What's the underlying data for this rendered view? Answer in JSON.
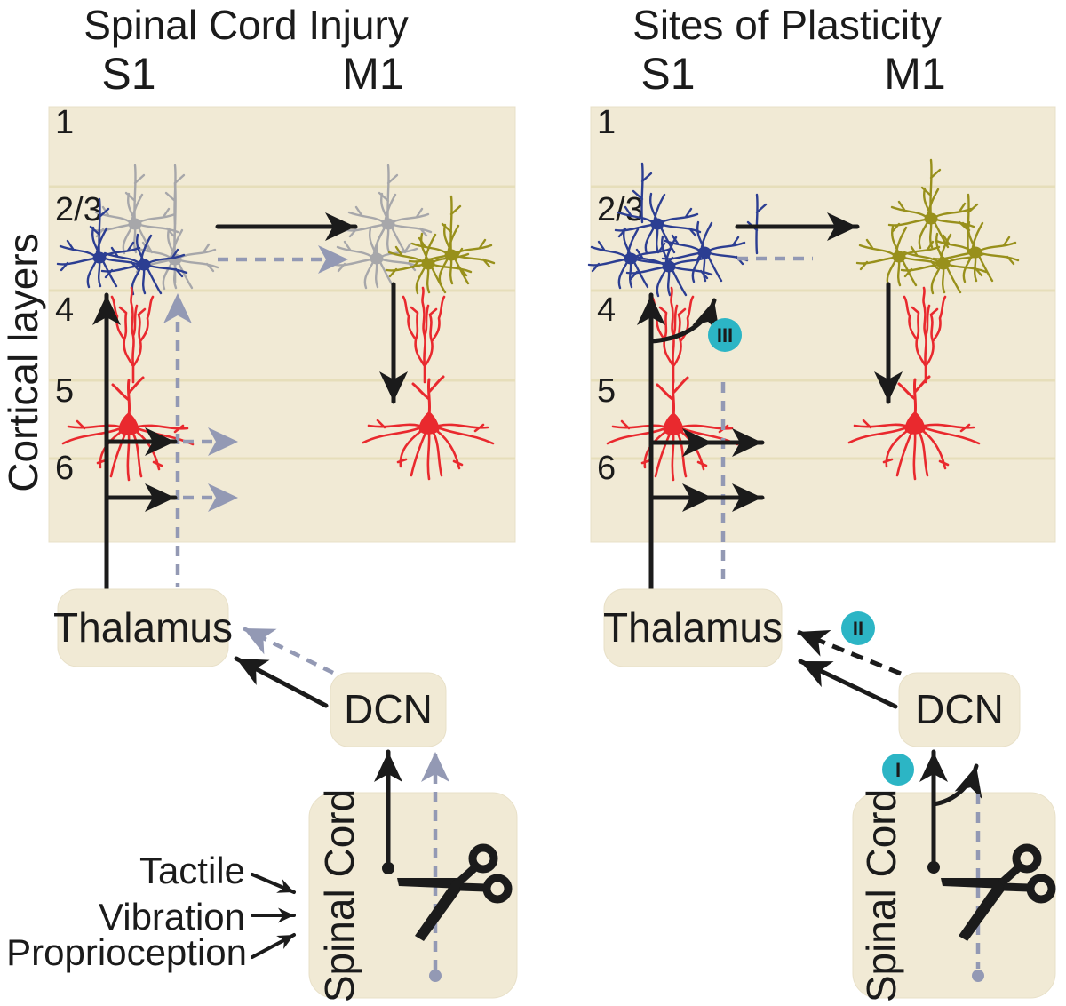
{
  "figure": {
    "left_panel": {
      "title": "Spinal Cord Injury",
      "col_s1": "S1",
      "col_m1": "M1"
    },
    "right_panel": {
      "title": "Sites of Plasticity",
      "col_s1": "S1",
      "col_m1": "M1"
    },
    "y_axis": {
      "label": "Cortical layers",
      "layer_labels": [
        "1",
        "2/3",
        "4",
        "5",
        "6"
      ]
    },
    "nodes": {
      "thalamus": "Thalamus",
      "dcn": "DCN",
      "spinal_cord": "Spinal Cord"
    },
    "afferent_inputs": [
      "Tactile",
      "Vibration",
      "Proprioception"
    ],
    "plasticity_sites": [
      "I",
      "II",
      "III"
    ],
    "colors": {
      "background": "#ffffff",
      "panel_fill": "#f1ead5",
      "layer_line": "#e6deba",
      "neuron_blue": "#2c3e92",
      "neuron_gray": "#a7a7aa",
      "neuron_olive": "#98901b",
      "neuron_red": "#e9292e",
      "arrow_black": "#1b1b1b",
      "arrow_gray": "#9399b4",
      "site_badge_teal": "#2cb5c5"
    }
  }
}
